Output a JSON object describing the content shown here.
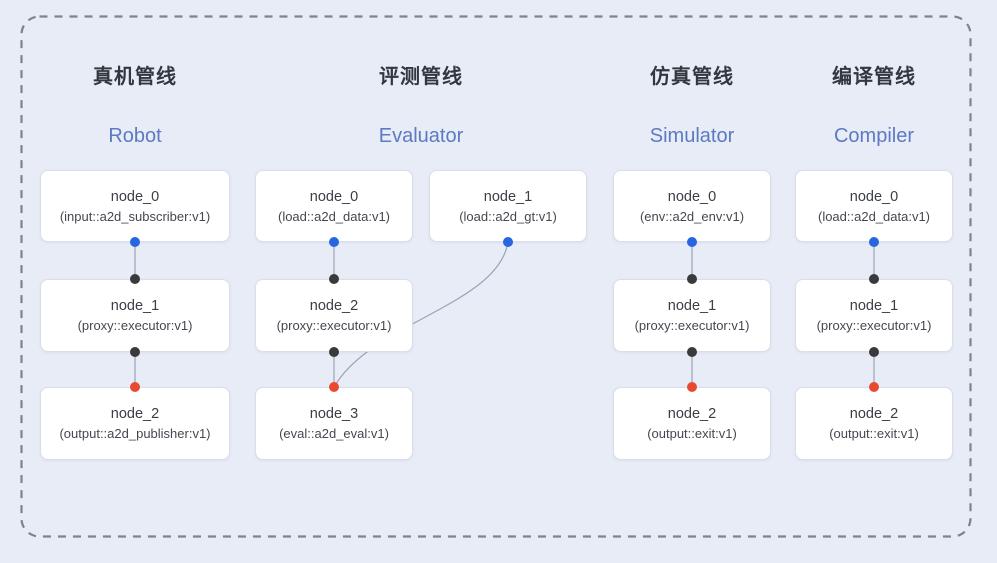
{
  "pipelines": [
    {
      "title_zh": "真机管线",
      "title_en": "Robot",
      "nodes": [
        {
          "name": "node_0",
          "impl": "(input::a2d_subscriber:v1)"
        },
        {
          "name": "node_1",
          "impl": "(proxy::executor:v1)"
        },
        {
          "name": "node_2",
          "impl": "(output::a2d_publisher:v1)"
        }
      ]
    },
    {
      "title_zh": "评测管线",
      "title_en": "Evaluator",
      "nodes": [
        {
          "name": "node_0",
          "impl": "(load::a2d_data:v1)"
        },
        {
          "name": "node_1",
          "impl": "(load::a2d_gt:v1)"
        },
        {
          "name": "node_2",
          "impl": "(proxy::executor:v1)"
        },
        {
          "name": "node_3",
          "impl": "(eval::a2d_eval:v1)"
        }
      ]
    },
    {
      "title_zh": "仿真管线",
      "title_en": "Simulator",
      "nodes": [
        {
          "name": "node_0",
          "impl": "(env::a2d_env:v1)"
        },
        {
          "name": "node_1",
          "impl": "(proxy::executor:v1)"
        },
        {
          "name": "node_2",
          "impl": "(output::exit:v1)"
        }
      ]
    },
    {
      "title_zh": "编译管线",
      "title_en": "Compiler",
      "nodes": [
        {
          "name": "node_0",
          "impl": "(load::a2d_data:v1)"
        },
        {
          "name": "node_1",
          "impl": "(proxy::executor:v1)"
        },
        {
          "name": "node_2",
          "impl": "(output::exit:v1)"
        }
      ]
    }
  ],
  "colors": {
    "background": "#e8ecf7",
    "box_background": "#ffffff",
    "box_border": "#d9dee8",
    "dashed_frame": "#7d8490",
    "edge_line": "#9aa3b2",
    "port_source_blue": "#2766e0",
    "port_proxy_black": "#3a3a3a",
    "port_sink_red": "#e84a31",
    "title_zh_color": "#33373e",
    "title_en_color": "#5b7ac2"
  }
}
